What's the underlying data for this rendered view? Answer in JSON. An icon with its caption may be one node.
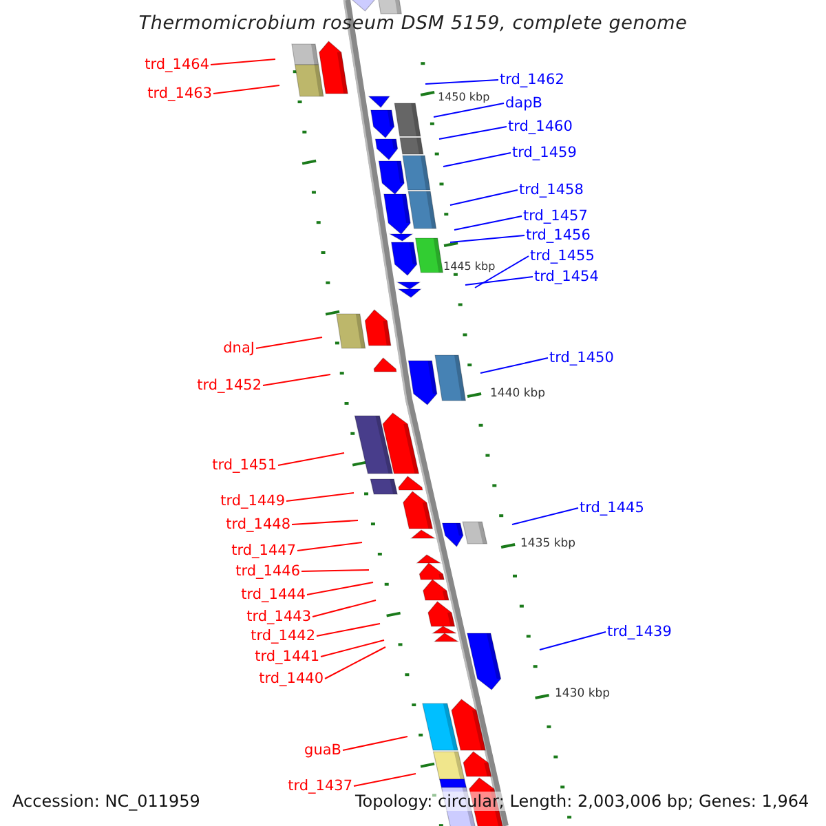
{
  "diagram": {
    "title": "Thermomicrobium roseum DSM 5159, complete genome",
    "nodes": [
      {
        "text": [
          "trd_1464"
        ]
      },
      {
        "text": [
          "trd_1463"
        ]
      },
      {
        "text": [
          "trd_1462"
        ]
      },
      {
        "text": [
          "dapB"
        ]
      },
      {
        "text": [
          "trd_1460"
        ]
      },
      {
        "text": [
          "trd_1459"
        ]
      },
      {
        "text": [
          "trd_1458"
        ]
      },
      {
        "text": [
          "trd_1457"
        ]
      },
      {
        "text": [
          "trd_1456"
        ]
      },
      {
        "text": [
          "trd_1455"
        ]
      },
      {
        "text": [
          "trd_1454"
        ]
      },
      {
        "text": [
          "dnaJ"
        ]
      },
      {
        "text": [
          "trd_1450"
        ]
      },
      {
        "text": [
          "trd_1452"
        ]
      },
      {
        "text": [
          "trd_1451"
        ]
      },
      {
        "text": [
          "trd_1449"
        ]
      },
      {
        "text": [
          "trd_1445"
        ]
      },
      {
        "text": [
          "trd_1448"
        ]
      },
      {
        "text": [
          "trd_1447"
        ]
      },
      {
        "text": [
          "trd_1446"
        ]
      },
      {
        "text": [
          "trd_1444"
        ]
      },
      {
        "text": [
          "trd_1443"
        ]
      },
      {
        "text": [
          "trd_1439"
        ]
      },
      {
        "text": [
          "trd_1442"
        ]
      },
      {
        "text": [
          "trd_1441"
        ]
      },
      {
        "text": [
          "trd_1440"
        ]
      },
      {
        "text": [
          "guaB"
        ]
      },
      {
        "text": [
          "trd_1437"
        ]
      }
    ],
    "edges": [
      {
        "from": 0,
        "to": null,
        "arrow": "none"
      },
      {
        "from": 1,
        "to": null,
        "arrow": "none"
      },
      {
        "from": 2,
        "to": null,
        "arrow": "none",
        "color": "#0000ff"
      },
      {
        "from": 3,
        "to": null,
        "arrow": "none",
        "color": "#0000ff"
      },
      {
        "from": 4,
        "to": null,
        "arrow": "none",
        "color": "#0000ff"
      },
      {
        "from": 5,
        "to": null,
        "arrow": "none",
        "color": "#0000ff"
      },
      {
        "from": 6,
        "to": null,
        "arrow": "none",
        "color": "#0000ff"
      },
      {
        "from": 7,
        "to": null,
        "arrow": "none",
        "color": "#0000ff"
      },
      {
        "from": 8,
        "to": null,
        "arrow": "none",
        "color": "#0000ff"
      },
      {
        "from": 9,
        "to": null,
        "arrow": "none",
        "color": "#0000ff"
      },
      {
        "from": 10,
        "to": null,
        "arrow": "none",
        "color": "#0000ff"
      },
      {
        "from": 11,
        "to": null,
        "arrow": "none"
      },
      {
        "from": 12,
        "to": null,
        "arrow": "none",
        "color": "#0000ff"
      },
      {
        "from": 13,
        "to": null,
        "arrow": "none"
      },
      {
        "from": 14,
        "to": null,
        "arrow": "none"
      },
      {
        "from": 15,
        "to": null,
        "arrow": "none"
      },
      {
        "from": 16,
        "to": null,
        "arrow": "none",
        "color": "#0000ff"
      },
      {
        "from": 17,
        "to": null,
        "arrow": "none"
      },
      {
        "from": 18,
        "to": null,
        "arrow": "none"
      },
      {
        "from": 19,
        "to": null,
        "arrow": "none"
      },
      {
        "from": 20,
        "to": null,
        "arrow": "none"
      },
      {
        "from": 21,
        "to": null,
        "arrow": "none"
      },
      {
        "from": 22,
        "to": null,
        "arrow": "none",
        "color": "#0000ff"
      },
      {
        "from": 23,
        "to": null,
        "arrow": "none"
      },
      {
        "from": 24,
        "to": null,
        "arrow": "none"
      },
      {
        "from": 25,
        "to": null,
        "arrow": "none"
      },
      {
        "from": 26,
        "to": null,
        "arrow": "none"
      },
      {
        "from": 27,
        "to": null,
        "arrow": "none"
      }
    ],
    "labels": [
      "1450 kbp",
      "1445 kbp",
      "1440 kbp",
      "1435 kbp",
      "1430 kbp",
      "Accession: NC_011959",
      "Topology: circular; Length: 2,003,006 bp; Genes: 1,964"
    ]
  }
}
